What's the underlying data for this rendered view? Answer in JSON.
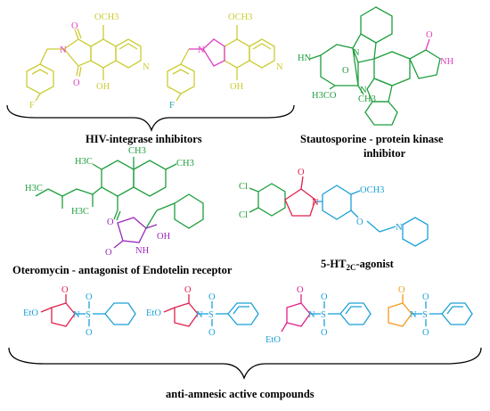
{
  "captions": {
    "hiv": "HIV-integrase inhibitors",
    "stauto_line1": "Stautosporine - protein kinase",
    "stauto_line2": "inhibitor",
    "oteromycin": "Oteromycin - antagonist of Endotelin receptor",
    "ht_prefix": "5-HT",
    "ht_sub": "2C",
    "ht_suffix": "-agonist",
    "anti": "anti-amnesic active compounds"
  },
  "atom_labels": {
    "o": "O",
    "n": "N",
    "nh": "NH",
    "hn": "HN",
    "f": "F",
    "oh": "OH",
    "och3": "OCH3",
    "h3co": "H3CO",
    "ch3": "CH3",
    "h3c": "H3C",
    "h": "H",
    "s": "S",
    "cl": "Cl",
    "eto": "EtO"
  },
  "colors": {
    "hiv_yellow": "#cccc33",
    "hiv_magenta": "#e040c0",
    "hiv_teal": "#2aa8a0",
    "green": "#1e9e3c",
    "violet": "#9a28b8",
    "blue": "#1ba0d8",
    "red": "#e0204a",
    "pink": "#e0208a",
    "orange": "#f59a1a",
    "black": "#000000"
  }
}
